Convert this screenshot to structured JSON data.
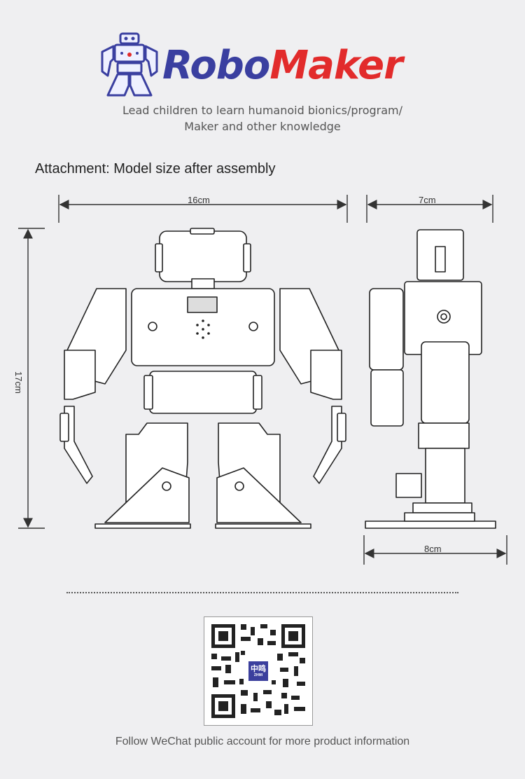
{
  "brand": {
    "part1": "Robo",
    "part2": "Maker",
    "color1": "#3a3fa0",
    "color2": "#e22b2b"
  },
  "tagline": {
    "line1": "Lead children to learn humanoid bionics/program/",
    "line2": "Maker and other knowledge"
  },
  "attachment_title": "Attachment: Model size after assembly",
  "dimensions": {
    "front_width": "16cm",
    "height": "17cm",
    "side_depth": "7cm",
    "base_depth": "8cm"
  },
  "qr": {
    "logo_text": "中鸣",
    "logo_sub": "ZHMI"
  },
  "footer": "Follow WeChat public account for more product information"
}
